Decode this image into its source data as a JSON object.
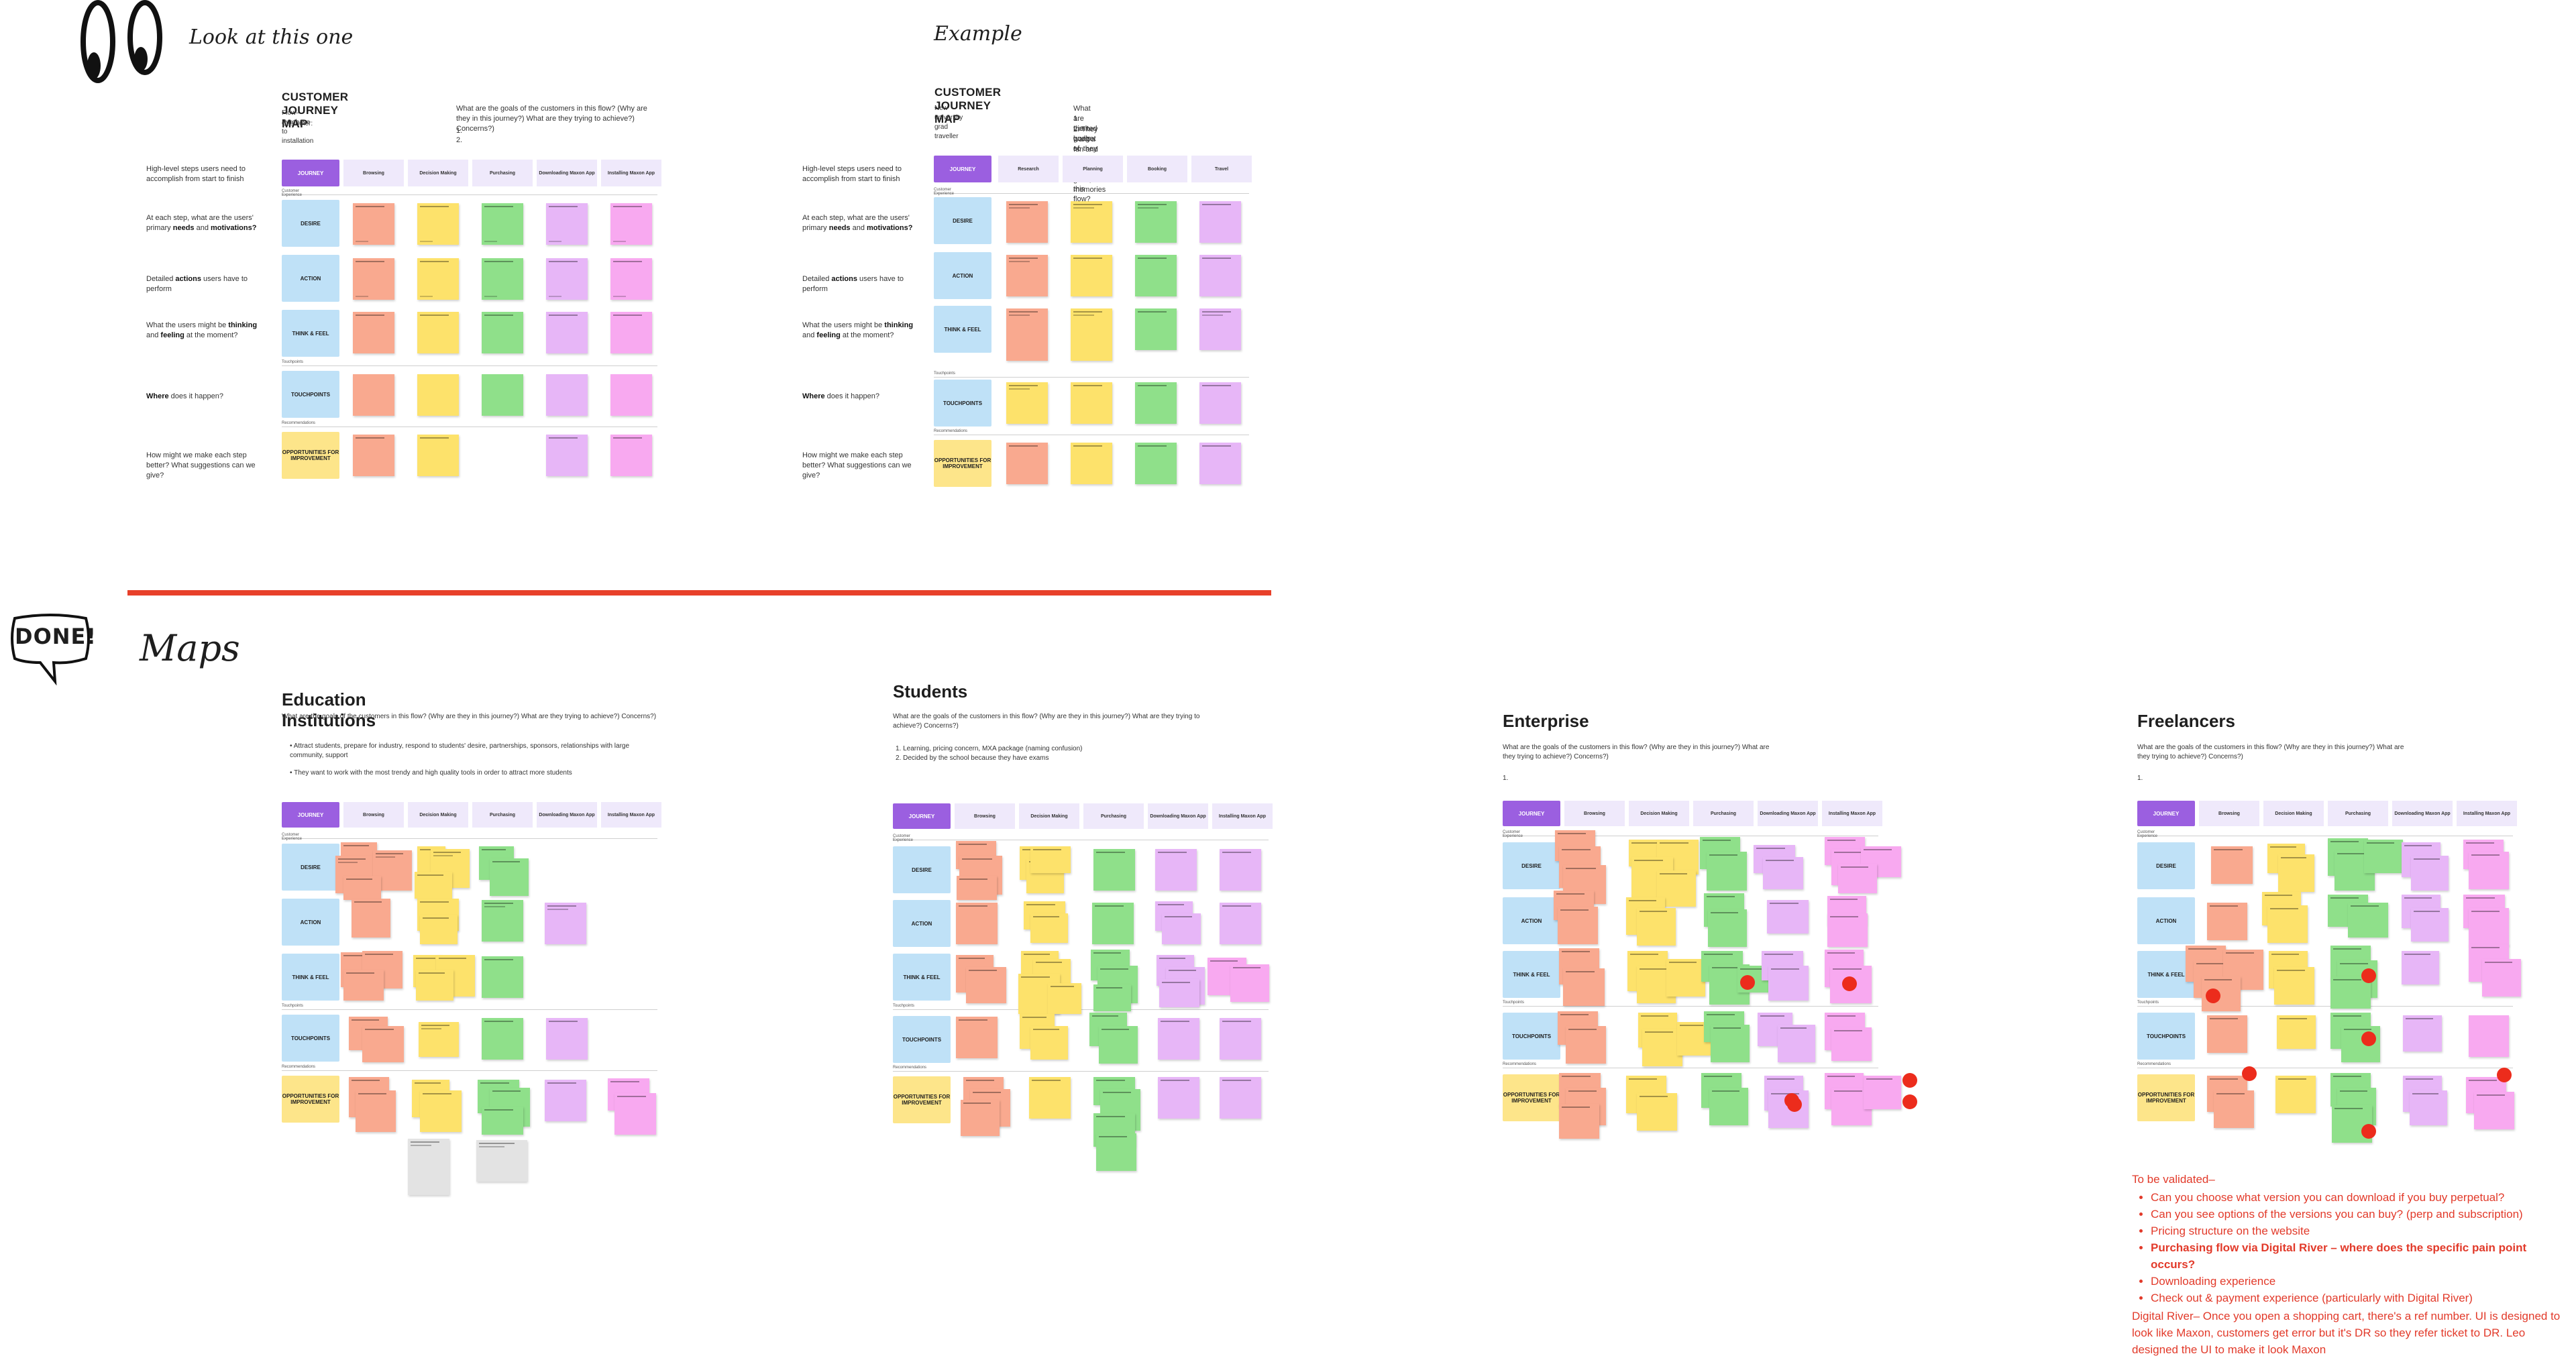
{
  "canvas": {
    "look_label": "Look at this one",
    "example_label": "Example",
    "maps_label": "Maps",
    "done_label": "DONE!"
  },
  "common": {
    "customer_journey_map": "CUSTOMER JOURNEY MAP",
    "journey": "JOURNEY",
    "desire": "DESIRE",
    "action": "ACTION",
    "think_feel": "THINK & FEEL",
    "touchpoints_row": "TOUCHPOINTS",
    "opportunities": "OPPORTUNITIES FOR IMPROVEMENT",
    "customer_experience": "Customer Experience",
    "touchpoints": "Touchpoints",
    "recommendations": "Recommendations",
    "stages": [
      "Browsing",
      "Decision Making",
      "Purchasing",
      "Downloading Maxon App",
      "Installing Maxon App"
    ]
  },
  "template": {
    "flow": "Flow– Purchase to installation",
    "customer": "Customer:",
    "goals_q": "What are the goals of the customers in this flow? (Why are they in this journey?) What are they trying to achieve?) Concerns?)",
    "goals_items": [
      "1.",
      "2."
    ],
    "left_q1": "High-level steps users need to accomplish from start to finish",
    "left_q2_a": "At each step, what are the users' primary ",
    "left_q2_b": "needs",
    "left_q2_c": " and ",
    "left_q2_d": "motivations?",
    "left_q3_a": "Detailed ",
    "left_q3_b": "actions",
    "left_q3_c": " users have to perform",
    "left_q4_a": "What the users might be ",
    "left_q4_b": "thinking",
    "left_q4_c": " and ",
    "left_q4_d": "feeling",
    "left_q4_e": " at the moment?",
    "left_q5_a": "Where",
    "left_q5_b": " does it happen?",
    "left_q6": "How might we make each step better? What suggestions can we give?"
  },
  "example": {
    "subtitle": "New university grad traveller",
    "goals_q": "What are the goals of the users in this flow?",
    "goals_items": [
      "1.  Limited budget so they want to travel cheap",
      "2.  They want a fun and exciting trip for good memories"
    ],
    "stages": [
      "Research",
      "Planning",
      "Booking",
      "Travel"
    ]
  },
  "maps": [
    {
      "title": "Education Institutions",
      "goals_q": "What are the goals of the customers in this flow? (Why are they in this journey?) What are they trying to achieve?) Concerns?)",
      "bullets": [
        "Attract students, prepare for industry, respond to students' desire, partnerships, sponsors, relationships with large community, support",
        "They want to work with the most trendy and high quality tools in order to attract more students"
      ]
    },
    {
      "title": "Students",
      "goals_q": "What are the goals of the customers in this flow? (Why are they in this journey?) What are they trying to achieve?) Concerns?)",
      "bullets": [
        "1.  Learning, pricing concern, MXA package (naming confusion)",
        "2.  Decided by the school because they have exams"
      ]
    },
    {
      "title": "Enterprise",
      "goals_q": "What are the goals of the customers in this flow? (Why are they in this journey?) What are they trying to achieve?) Concerns?)",
      "bullets": [
        "1."
      ]
    },
    {
      "title": "Freelancers",
      "goals_q": "What are the goals of the customers in this flow? (Why are they in this journey?) What are they trying to achieve?) Concerns?)",
      "bullets": [
        "1."
      ]
    }
  ],
  "validation": {
    "heading": "To be validated–",
    "items": [
      "Can you choose what version you can download if you buy perpetual?",
      "Can you see options of the versions you can buy? (perp and subscription)",
      "Pricing structure on the website",
      "Purchasing flow via Digital River – where does the specific pain point occurs?",
      "Downloading experience",
      "Check out & payment experience (particularly with Digital River)"
    ],
    "digital_river": "Digital River– Once you open a shopping cart, there's a ref number. UI is designed to look like Maxon, customers get error but it's DR so they refer ticket to DR. Leo designed the UI to make it look Maxon"
  },
  "colors": {
    "accent_purple": "#9b5fe0",
    "divider_red": "#e8402a",
    "validation_red": "#e23a2a"
  }
}
